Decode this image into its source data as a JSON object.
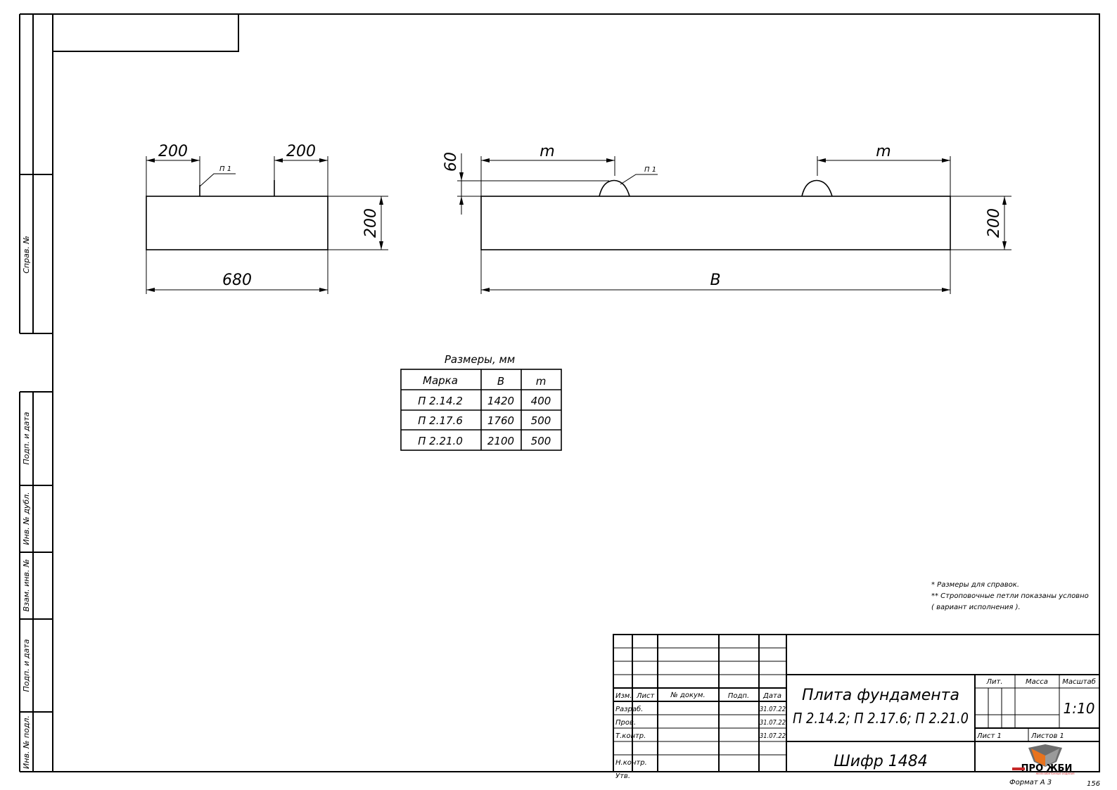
{
  "side_strip": {
    "sprav": "Справ. №",
    "podp_data_1": "Подп. и дата",
    "inv_dubl": "Инв. № дубл.",
    "vzam_inv": "Взам. инв. №",
    "podp_data_2": "Подп. и дата",
    "inv_podl": "Инв. № подл."
  },
  "view_left": {
    "dim_top_left": "200",
    "dim_top_right": "200",
    "leader_label": "П 1",
    "dim_height": "200",
    "dim_width": "680"
  },
  "view_right": {
    "dim_loop_height": "60",
    "dim_m_left": "m",
    "dim_m_right": "m",
    "leader_label": "П 1",
    "dim_height": "200",
    "dim_length": "B"
  },
  "size_table": {
    "caption": "Размеры, мм",
    "headers": [
      "Марка",
      "B",
      "m"
    ],
    "rows": [
      [
        "П 2.14.2",
        "1420",
        "400"
      ],
      [
        "П 2.17.6",
        "1760",
        "500"
      ],
      [
        "П 2.21.0",
        "2100",
        "500"
      ]
    ]
  },
  "notes": [
    "* Размеры для справок.",
    "** Строповочные петли показаны условно",
    "( вариант исполнения )."
  ],
  "title_block": {
    "col_headers": [
      "Изм.",
      "Лист",
      "№ докум.",
      "Подп.",
      "Дата"
    ],
    "roles": [
      {
        "role": "Разраб.",
        "date": "31.07.22"
      },
      {
        "role": "Пров.",
        "date": "31.07.22"
      },
      {
        "role": "Т.контр.",
        "date": "31.07.22"
      },
      {
        "role": "",
        "date": ""
      },
      {
        "role": "Н.контр.",
        "date": ""
      },
      {
        "role": "Утв.",
        "date": ""
      }
    ],
    "title_line1": "Плита фундамента",
    "title_line2": "П 2.14.2; П 2.17.6; П 2.21.0",
    "lit_label": "Лит.",
    "mass_label": "Масса",
    "scale_label": "Масштаб",
    "scale_value": "1:10",
    "sheet_label": "Лист 1",
    "sheets_label": "Листов 1",
    "code": "Шифр 1484",
    "logo_text": "ПРО ЖБИ",
    "logo_subtext": "железобетонные изделия"
  },
  "format_label": "Формат А 3",
  "page_number": "156"
}
